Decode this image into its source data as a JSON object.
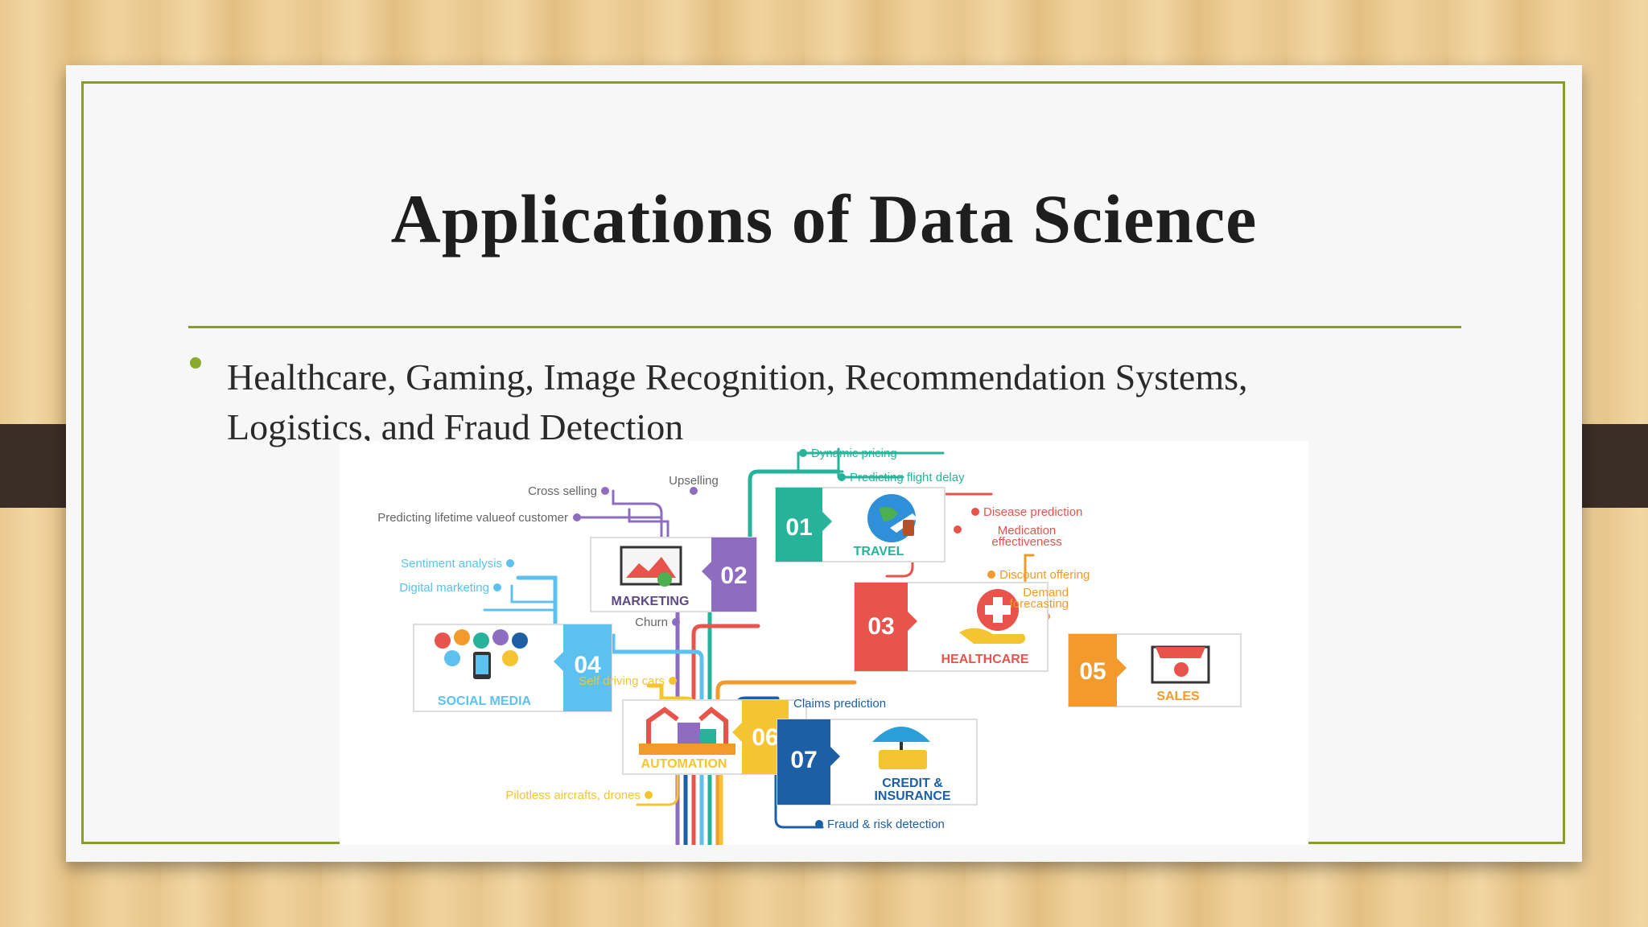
{
  "slide": {
    "title": "Applications of Data Science",
    "bullet_line1": "Healthcare, Gaming, Image Recognition, Recommendation Systems,",
    "bullet_line2": "Logistics, and Fraud Detection"
  },
  "colors": {
    "accent_green": "#8a9a2c",
    "travel": "#26b39a",
    "marketing": "#8e6cc0",
    "healthcare": "#e8534b",
    "social_media": "#5cc1ee",
    "sales": "#f39a2c",
    "automation": "#f5c431",
    "credit_insurance": "#1d5fa5"
  },
  "diagram": {
    "boxes": [
      {
        "number": "01",
        "label": "TRAVEL",
        "icon": "globe-plane-icon"
      },
      {
        "number": "02",
        "label": "MARKETING",
        "icon": "presentation-board-icon"
      },
      {
        "number": "03",
        "label": "HEALTHCARE",
        "icon": "medical-cross-hand-icon"
      },
      {
        "number": "04",
        "label": "SOCIAL MEDIA",
        "icon": "social-network-people-icon"
      },
      {
        "number": "05",
        "label": "SALES",
        "icon": "shop-screen-icon"
      },
      {
        "number": "06",
        "label": "AUTOMATION",
        "icon": "robot-factory-icon"
      },
      {
        "number": "07",
        "label": "CREDIT &",
        "label2": "INSURANCE",
        "icon": "umbrella-money-icon"
      }
    ],
    "labels": {
      "dynamic_pricing": "Dynamic pricing",
      "predicting_flight_delay": "Predicting flight delay",
      "upselling": "Upselling",
      "cross_selling": "Cross selling",
      "predicting_lifetime": "Predicting lifetime valueof customer",
      "disease_prediction": "Disease prediction",
      "medication_1": "Medication",
      "medication_2": "effectiveness",
      "sentiment_analysis": "Sentiment analysis",
      "digital_marketing": "Digital marketing",
      "discount_offering": "Discount offering",
      "demand_1": "Demand",
      "demand_2": "forecasting",
      "churn": "Churn",
      "self_driving": "Self driving cars",
      "claims_prediction": "Claims prediction",
      "pilotless": "Pilotless aircrafts, drones",
      "fraud_risk": "Fraud & risk detection"
    }
  }
}
